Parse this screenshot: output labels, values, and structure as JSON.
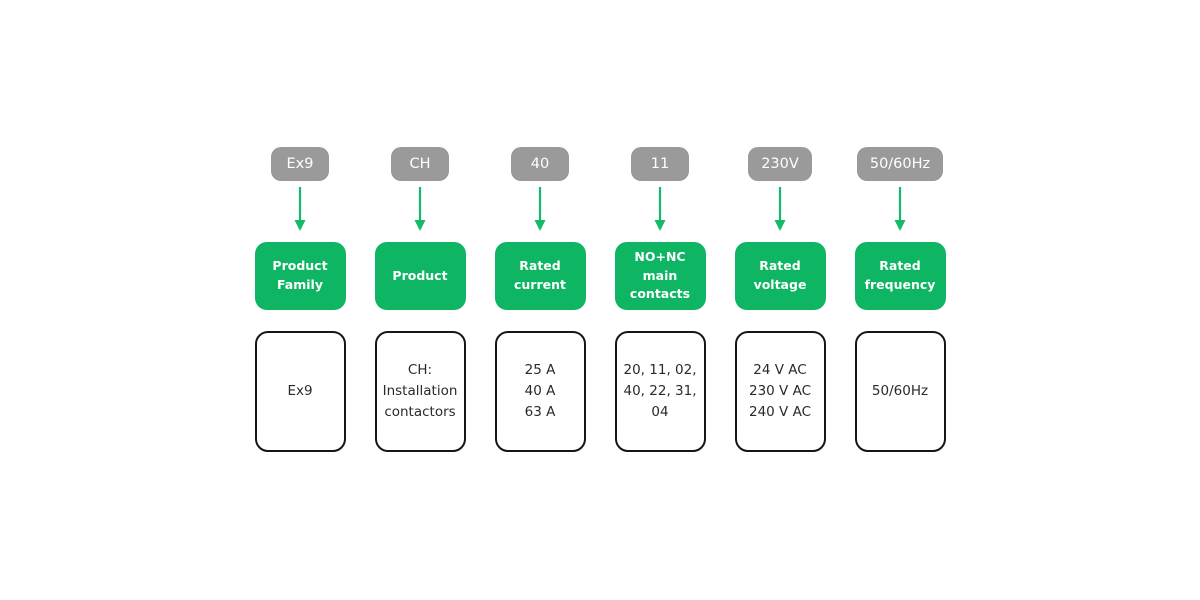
{
  "diagram": {
    "colors": {
      "green": "#0eb562",
      "arrow_green": "#14ba66",
      "gray": "#9a9a9a",
      "box_border": "#161616"
    },
    "columns": [
      {
        "code": "Ex9",
        "label": "Product\nFamily",
        "values": "Ex9"
      },
      {
        "code": "CH",
        "label": "Product",
        "values": "CH:\nInstallation\ncontactors"
      },
      {
        "code": "40",
        "label": "Rated\ncurrent",
        "values": "25 A\n40 A\n63 A"
      },
      {
        "code": "11",
        "label": "NO+NC\nmain\ncontacts",
        "values": "20, 11, 02,\n40, 22, 31,\n04"
      },
      {
        "code": "230V",
        "label": "Rated\nvoltage",
        "values": "24 V AC\n230 V AC\n240 V AC"
      },
      {
        "code": "50/60Hz",
        "label": "Rated\nfrequency",
        "values": "50/60Hz"
      }
    ]
  }
}
